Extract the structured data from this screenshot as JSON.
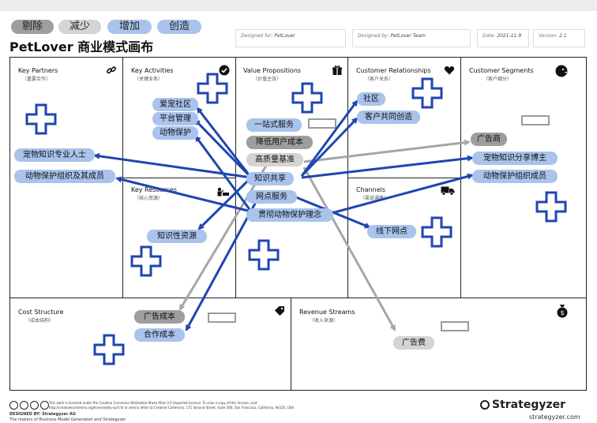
{
  "toolbar": {
    "delete_label": "剔除",
    "reduce_label": "减少",
    "add_label": "增加",
    "create_label": "创造"
  },
  "title": "PetLover 商业模式画布",
  "header": {
    "designed_for_label": "Designed for:",
    "designed_for_value": "PetLover",
    "designed_by_label": "Designed by:",
    "designed_by_value": "PetLover Team",
    "date_label": "Date:",
    "date_value": "2021-11-9",
    "version_label": "Version:",
    "version_value": "2.1"
  },
  "blocks": {
    "key_partners": {
      "title": "Key Partners",
      "sub": "（重要合作）"
    },
    "key_activities": {
      "title": "Key Activities",
      "sub": "（关键业务）"
    },
    "key_resources": {
      "title": "Key Resources",
      "sub": "（核心资源）"
    },
    "value_propositions": {
      "title": "Value Propositions",
      "sub": "（价值主张）"
    },
    "customer_relationships": {
      "title": "Customer Relationships",
      "sub": "（客户关系）"
    },
    "channels": {
      "title": "Channels",
      "sub": "（渠道通路）"
    },
    "customer_segments": {
      "title": "Customer Segments",
      "sub": "（客户细分）"
    },
    "cost_structure": {
      "title": "Cost Structure",
      "sub": "（成本结构）"
    },
    "revenue_streams": {
      "title": "Revenue Streams",
      "sub": "（收入来源）"
    }
  },
  "notes": {
    "kp1": "宠物知识专业人士",
    "kp2": "动物保护组织及其成员",
    "ka1": "爱宠社区",
    "ka2": "平台管理",
    "ka3": "动物保护",
    "kr1": "知识性资源",
    "vp1": "一站式服务",
    "vp2": "降低用户成本",
    "vp3": "高质量基准",
    "vp4": "知识共享",
    "vp5": "网点服务",
    "vp6": "贯彻动物保护理念",
    "cr1": "社区",
    "cr2": "客户共同创造",
    "ch1": "线下网点",
    "cs1": "广告商",
    "cs2": "宠物知识分享博主",
    "cs3": "动物保护组织成员",
    "cost1": "广告成本",
    "cost2": "合作成本",
    "rev1": "广告费"
  },
  "footer": {
    "license": "This work is licensed under the Creative Commons Attribution-Share Alike 3.0 Unported License. To view a copy of this license, visit",
    "license2": "http://creativecommons.org/licenses/by-sa/3.0/ or send a letter to Creative Commons, 171 Second Street, Suite 300, San Francisco, California, 94105, USA.",
    "designed_by": "DESIGNED BY: Strategyzer AG",
    "makers": "The makers of Business Model Generation and Strategyzer",
    "brand": "Strategyzer",
    "url": "strategyzer.com"
  },
  "colors": {
    "blue_note": "#a9c3ec",
    "dark_note": "#9e9e9e",
    "light_note": "#d4d4d4",
    "arrow_blue": "#1f45b0",
    "arrow_grey": "#a6a6a6",
    "plus_stroke": "#1f45b0"
  }
}
